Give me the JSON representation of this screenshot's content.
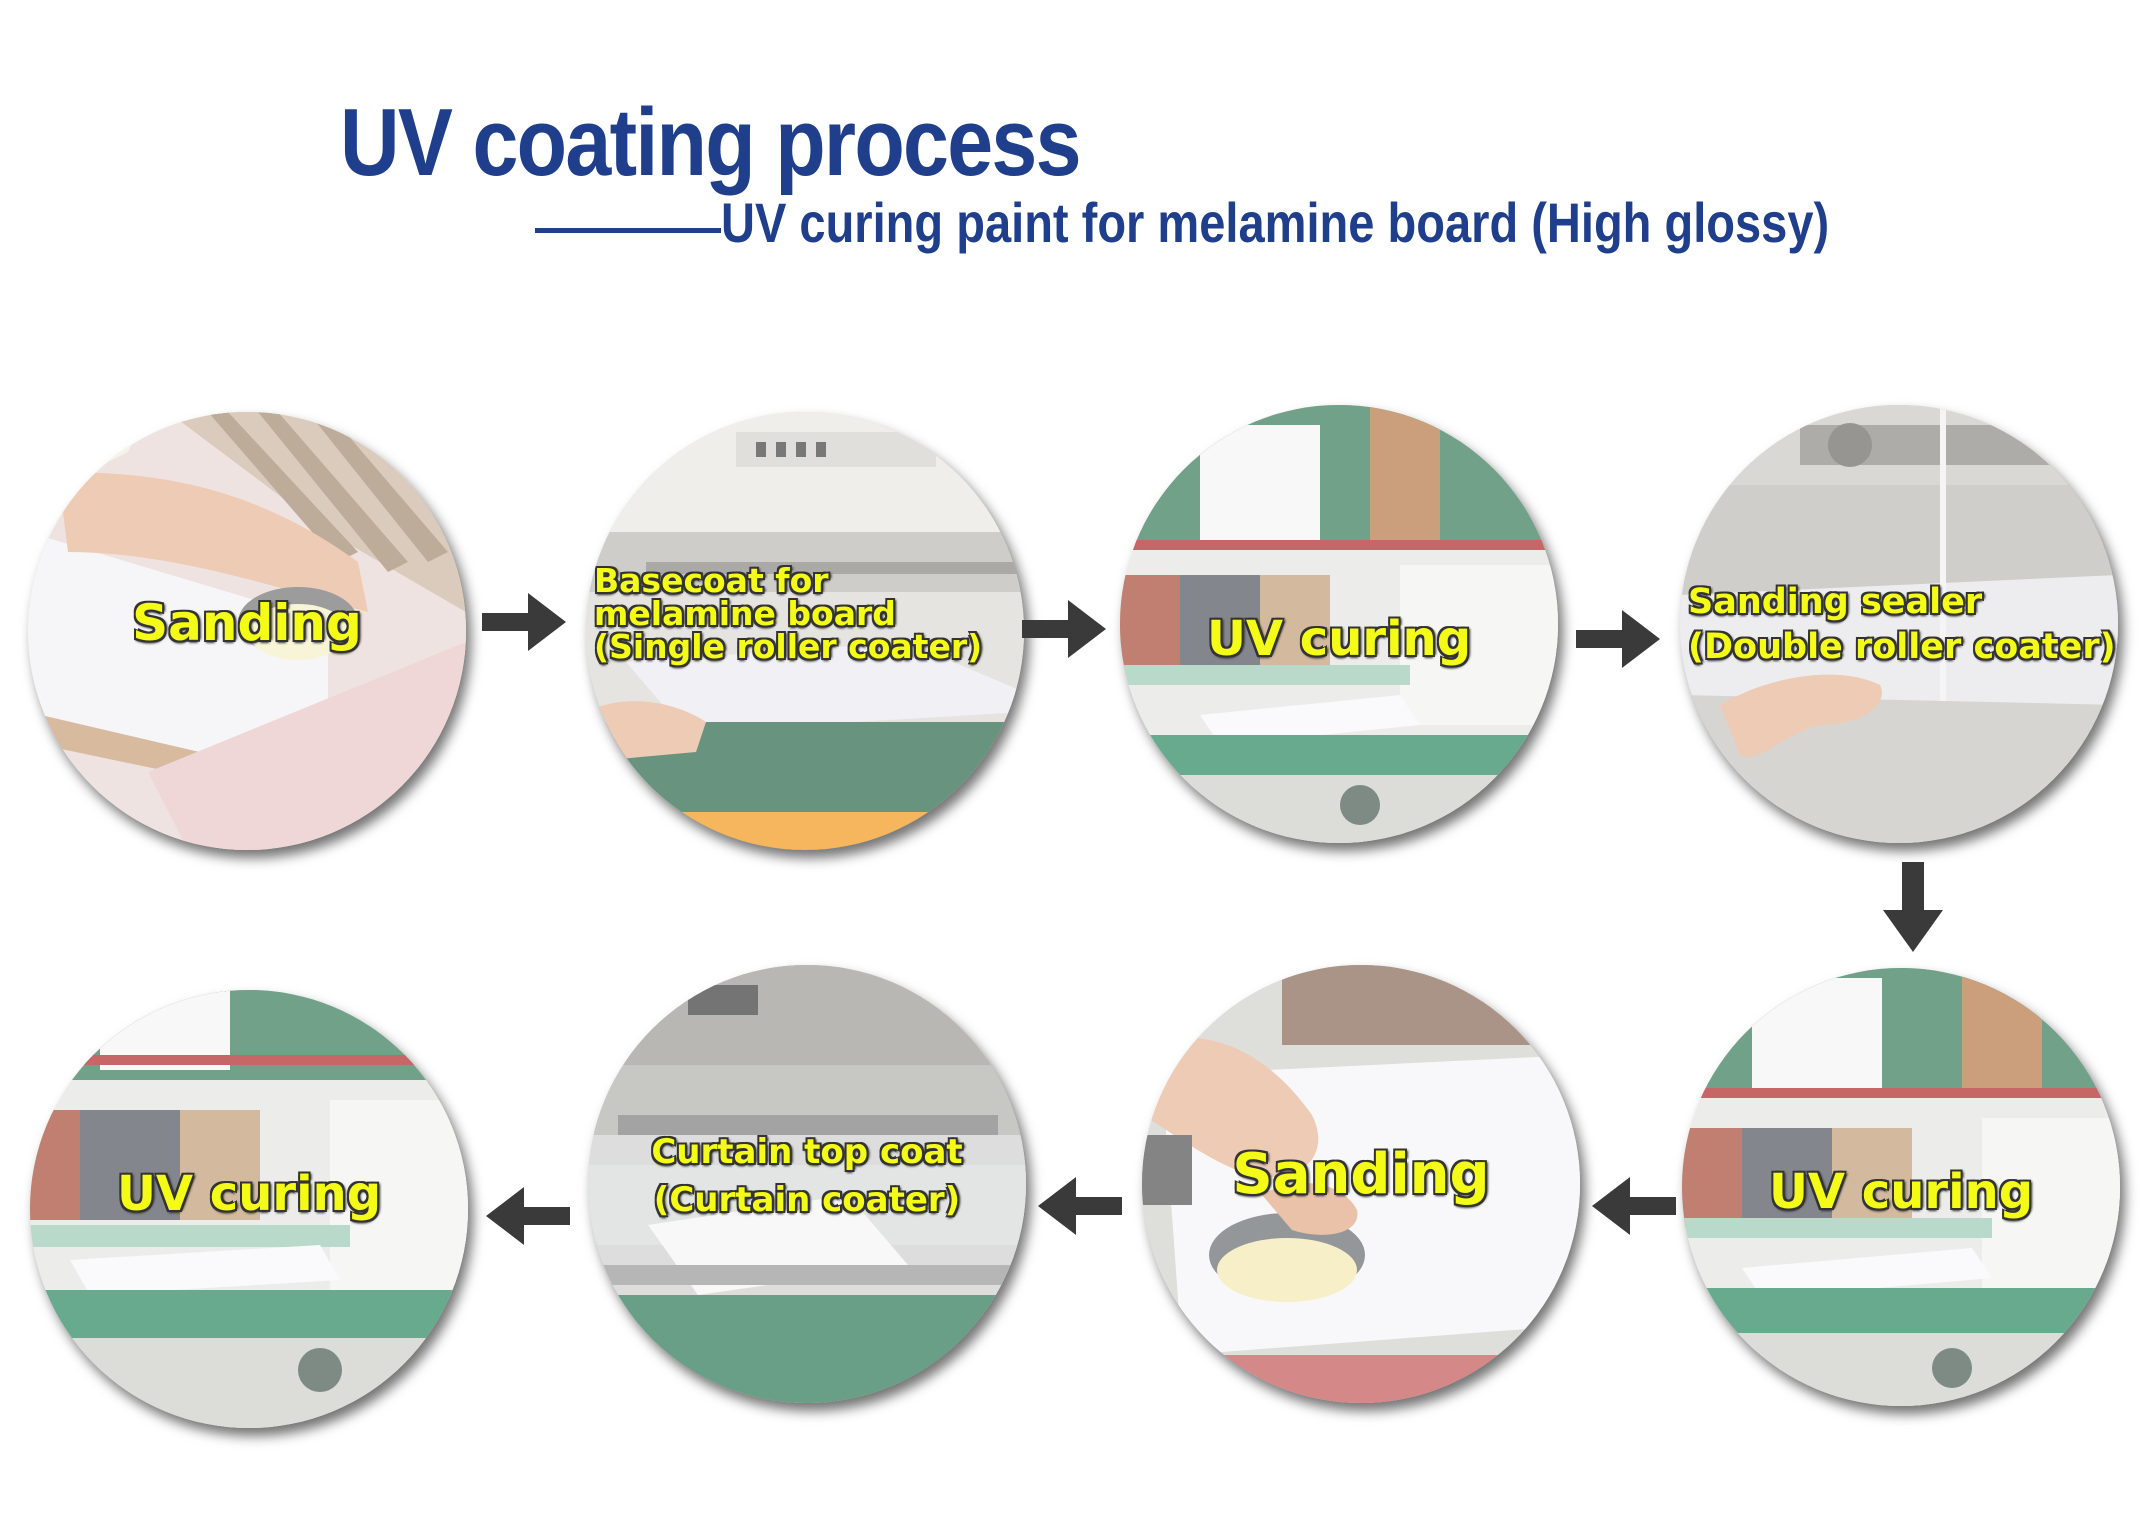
{
  "header": {
    "title": "UV coating process",
    "subtitle": "UV curing paint for melamine board (High glossy)"
  },
  "steps": [
    {
      "label": "Sanding"
    },
    {
      "label_lines": [
        "Basecoat for",
        "melamine board",
        "(Single roller coater)"
      ]
    },
    {
      "label": "UV curing"
    },
    {
      "label_lines": [
        "Sanding sealer",
        "(Double roller coater)"
      ]
    },
    {
      "label": "UV curing"
    },
    {
      "label": "Sanding"
    },
    {
      "label_lines": [
        "Curtain top coat",
        "(Curtain coater)"
      ]
    },
    {
      "label": "UV curing"
    }
  ],
  "colors": {
    "title_blue": "#1f3f8c",
    "label_yellow": "#f4fb16",
    "arrow": "#3a3a3a"
  },
  "icons": [
    "arrow-right-icon",
    "arrow-down-icon",
    "arrow-left-icon"
  ]
}
